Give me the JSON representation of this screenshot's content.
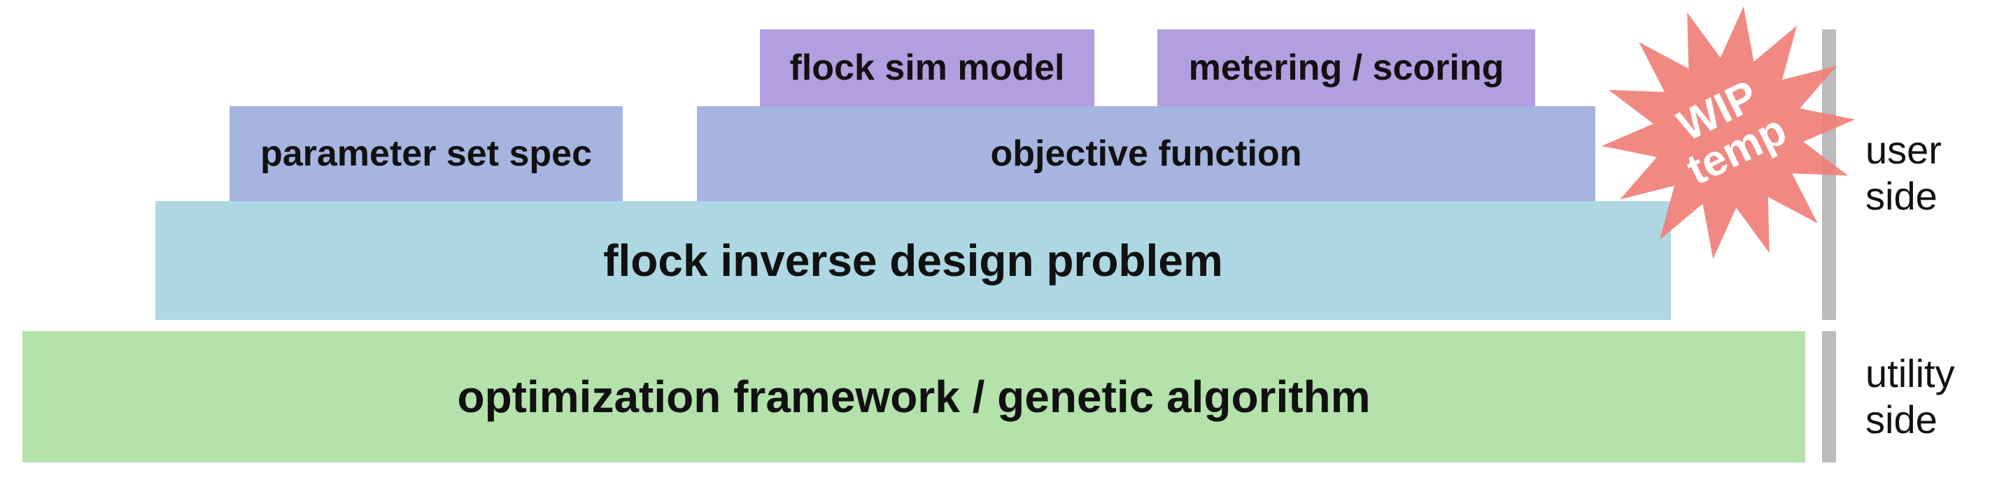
{
  "colors": {
    "model_blocks": "#b19fe0",
    "spec_blocks": "#a6b4e0",
    "problem_block": "#add8e3",
    "framework_block": "#b3e2ab",
    "side_bars": "#bbbbbb",
    "badge_fill": "#f07f78",
    "badge_text": "#ffffff",
    "text": "#111111"
  },
  "blocks": {
    "flock_sim_model": "flock sim model",
    "metering_scoring": "metering / scoring",
    "parameter_set_spec": "parameter set spec",
    "objective_function": "objective function",
    "flock_inverse_design_problem": "flock inverse design problem",
    "optimization_framework": "optimization framework / genetic algorithm"
  },
  "sides": {
    "user_line1": "user",
    "user_line2": "side",
    "utility_line1": "utility",
    "utility_line2": "side"
  },
  "badge": {
    "line1": "WIP",
    "line2": "temp",
    "icon": "starburst-icon"
  }
}
